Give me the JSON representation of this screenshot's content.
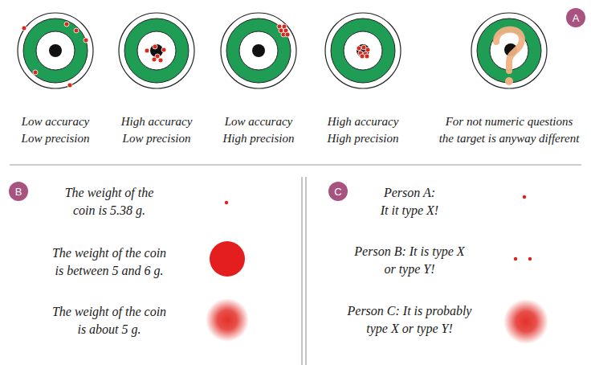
{
  "diagram": {
    "nodes": [
      {
        "text": [
          "A"
        ]
      },
      {
        "text": [
          "B"
        ]
      },
      {
        "text": [
          "C"
        ]
      }
    ],
    "labels": [
      "Low accuracy Low precision",
      "High accuracy Low precision",
      "Low accuracy High precision",
      "High accuracy High precision",
      "For not numeric questions the target is anyway different",
      "The weight of the coin is 5.38 g.",
      "The weight of the coin is between 5 and 6 g.",
      "The weight of the coin is about 5 g.",
      "Person A: It it type X!",
      "Person B: It is type X or type Y!",
      "Person C: It is probably type X or type Y!"
    ]
  }
}
